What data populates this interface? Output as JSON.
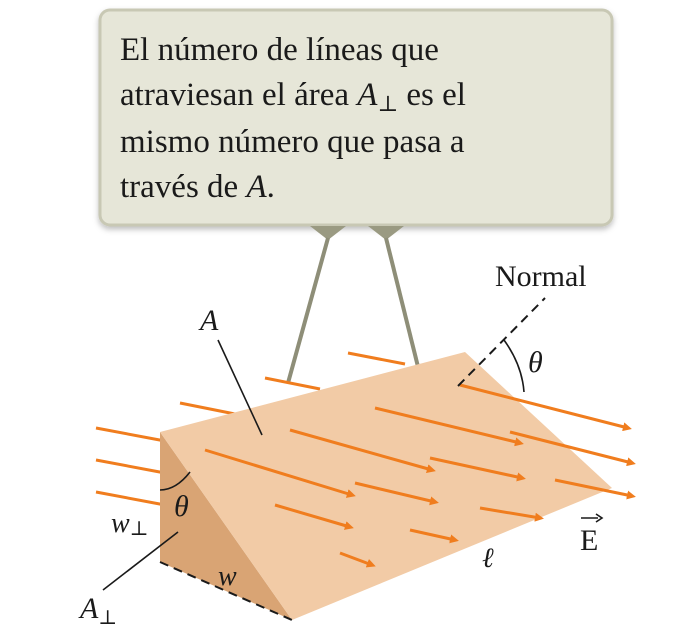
{
  "callout": {
    "line1": "El número de líneas que",
    "line2_before": "atraviesan el área ",
    "line2_symbol": "A",
    "line2_sub": "⊥",
    "line2_after": " es el",
    "line3": "mismo número que pasa a",
    "line4_before": "través de ",
    "line4_symbol": "A",
    "line4_after": "."
  },
  "labels": {
    "normal": "Normal",
    "theta_right": "θ",
    "theta_left": "θ",
    "area": "A",
    "w_perp": "w",
    "w_perp_sub": "⊥",
    "a_perp": "A",
    "a_perp_sub": "⊥",
    "w": "w",
    "ell": "ℓ",
    "field": "E"
  },
  "colors": {
    "field_line": "#f07d1e",
    "surface_top": "#f2cba6",
    "surface_side": "#d9a474",
    "callout_fill": "#e6e6d8",
    "callout_border": "#c8c8b4",
    "stroke": "#1a1a1a"
  }
}
